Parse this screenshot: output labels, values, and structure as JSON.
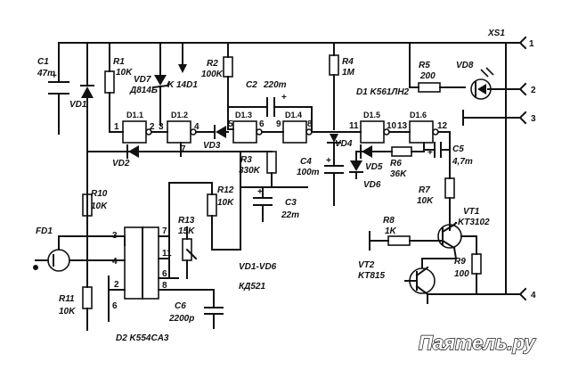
{
  "schematic": {
    "connector": "XS1",
    "connector_pins": [
      "1",
      "2",
      "3",
      "4"
    ],
    "watermark": "Паятель.ру",
    "chip_d1": "D1 K561ЛН2",
    "chip_d2": "D2 K554CA3",
    "diode_group": "VD1-VD6",
    "diode_type": "КД521",
    "components": {
      "c1": {
        "name": "C1",
        "value": "47m"
      },
      "r1": {
        "name": "R1",
        "value": "10K"
      },
      "vd7": {
        "name": "VD7",
        "value": "Д814Б"
      },
      "k14d1": "K 14D1",
      "r2": {
        "name": "R2",
        "value": "100K"
      },
      "c2": {
        "name": "C2",
        "value": "220m"
      },
      "r4": {
        "name": "R4",
        "value": "1M"
      },
      "r5": {
        "name": "R5",
        "value": "200"
      },
      "vd8": "VD8",
      "vd1": "VD1",
      "d11": "D1.1",
      "d12": "D1.2",
      "d13": "D1.3",
      "d14": "D1.4",
      "d15": "D1.5",
      "d16": "D1.6",
      "vd2": "VD2",
      "vd3": "VD3",
      "vd4": "VD4",
      "vd5": "VD5",
      "vd6": "VD6",
      "r3": {
        "name": "R3",
        "value": "330K"
      },
      "c4": {
        "name": "C4",
        "value": "100m"
      },
      "c3": {
        "name": "C3",
        "value": "22m"
      },
      "r6": {
        "name": "R6",
        "value": "36K"
      },
      "c5": {
        "name": "C5",
        "value": "4,7m"
      },
      "r7": {
        "name": "R7",
        "value": "10K"
      },
      "vt1": {
        "name": "VT1",
        "value": "KT3102"
      },
      "r8": {
        "name": "R8",
        "value": "1K"
      },
      "vt2": {
        "name": "VT2",
        "value": "KT815"
      },
      "r9": {
        "name": "R9",
        "value": "100"
      },
      "r10": {
        "name": "R10",
        "value": "10K"
      },
      "r11": {
        "name": "R11",
        "value": "10K"
      },
      "r12": {
        "name": "R12",
        "value": "10K"
      },
      "r13": {
        "name": "R13",
        "value": "15K"
      },
      "c6": {
        "name": "C6",
        "value": "2200p"
      },
      "fd1": "FD1"
    },
    "pins": {
      "g1": [
        "1",
        "2"
      ],
      "g2": [
        "3",
        "4"
      ],
      "g3": [
        "5",
        "6"
      ],
      "g4": [
        "9",
        "8"
      ],
      "g5": [
        "11",
        "10"
      ],
      "g6": [
        "13",
        "12"
      ],
      "g1b": "7",
      "d2": [
        "3",
        "7",
        "11",
        "4",
        "2",
        "6",
        "6",
        "8"
      ]
    }
  }
}
